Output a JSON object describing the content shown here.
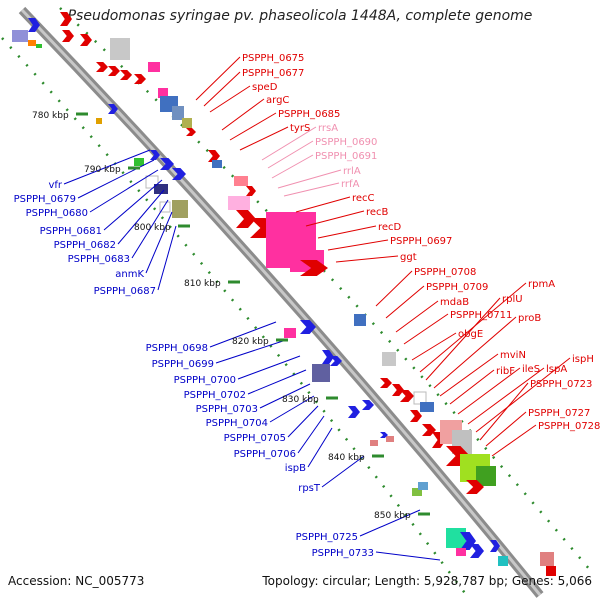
{
  "title": "Pseudomonas syringae pv. phaseolicola 1448A, complete genome",
  "footer": {
    "accession": "Accession: NC_005773",
    "summary": "Topology: circular; Length: 5,928,787 bp; Genes: 5,066"
  },
  "colors": {
    "backbone": "#8c8c8c",
    "tick": "#2e8b2e",
    "label_red": "#e00000",
    "label_pink": "#f090b0",
    "label_blue": "#0000c8"
  },
  "ticks": [
    {
      "label": "780 kbp"
    },
    {
      "label": "790 kbp"
    },
    {
      "label": "800 kbp"
    },
    {
      "label": "810 kbp"
    },
    {
      "label": "820 kbp"
    },
    {
      "label": "830 kbp"
    },
    {
      "label": "840 kbp"
    },
    {
      "label": "850 kbp"
    }
  ],
  "right_labels": [
    {
      "text": "PSPPH_0675",
      "kind": "red"
    },
    {
      "text": "PSPPH_0677",
      "kind": "red"
    },
    {
      "text": "speD",
      "kind": "red"
    },
    {
      "text": "argC",
      "kind": "red"
    },
    {
      "text": "PSPPH_0685",
      "kind": "red"
    },
    {
      "text": "tyrS",
      "kind": "red"
    },
    {
      "text": "rrsA",
      "kind": "pink"
    },
    {
      "text": "PSPPH_0690",
      "kind": "pink"
    },
    {
      "text": "PSPPH_0691",
      "kind": "pink"
    },
    {
      "text": "rrlA",
      "kind": "pink"
    },
    {
      "text": "rrfA",
      "kind": "pink"
    },
    {
      "text": "recC",
      "kind": "red"
    },
    {
      "text": "recB",
      "kind": "red"
    },
    {
      "text": "recD",
      "kind": "red"
    },
    {
      "text": "PSPPH_0697",
      "kind": "red"
    },
    {
      "text": "ggt",
      "kind": "red"
    },
    {
      "text": "PSPPH_0708",
      "kind": "red"
    },
    {
      "text": "PSPPH_0709",
      "kind": "red"
    },
    {
      "text": "mdaB",
      "kind": "red"
    },
    {
      "text": "PSPPH_0711",
      "kind": "red"
    },
    {
      "text": "obgE",
      "kind": "red"
    },
    {
      "text": "rpmA",
      "kind": "red"
    },
    {
      "text": "rplU",
      "kind": "red"
    },
    {
      "text": "proB",
      "kind": "red"
    },
    {
      "text": "mviN",
      "kind": "red"
    },
    {
      "text": "ribF",
      "kind": "red"
    },
    {
      "text": "ileS",
      "kind": "red"
    },
    {
      "text": "lspA",
      "kind": "red"
    },
    {
      "text": "ispH",
      "kind": "red"
    },
    {
      "text": "PSPPH_0723",
      "kind": "red"
    },
    {
      "text": "PSPPH_0727",
      "kind": "red"
    },
    {
      "text": "PSPPH_0728",
      "kind": "red"
    }
  ],
  "left_labels": [
    {
      "text": "vfr"
    },
    {
      "text": "PSPPH_0679"
    },
    {
      "text": "PSPPH_0680"
    },
    {
      "text": "PSPPH_0681"
    },
    {
      "text": "PSPPH_0682"
    },
    {
      "text": "PSPPH_0683"
    },
    {
      "text": "anmK"
    },
    {
      "text": "PSPPH_0687"
    },
    {
      "text": "PSPPH_0698"
    },
    {
      "text": "PSPPH_0699"
    },
    {
      "text": "PSPPH_0700"
    },
    {
      "text": "PSPPH_0702"
    },
    {
      "text": "PSPPH_0703"
    },
    {
      "text": "PSPPH_0704"
    },
    {
      "text": "PSPPH_0705"
    },
    {
      "text": "PSPPH_0706"
    },
    {
      "text": "ispB"
    },
    {
      "text": "rpsT"
    },
    {
      "text": "PSPPH_0725"
    },
    {
      "text": "PSPPH_0733"
    }
  ]
}
